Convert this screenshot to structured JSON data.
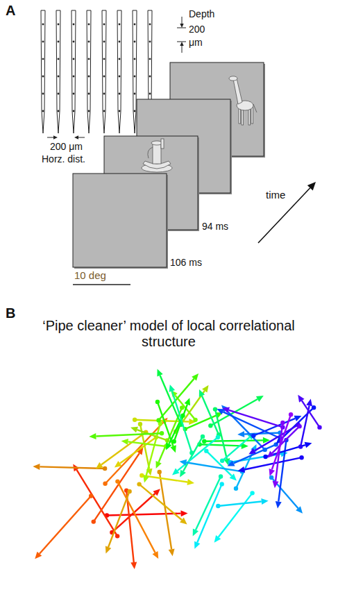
{
  "diagram": {
    "labels": [
      "A",
      "Depth",
      "200",
      "μm",
      "200 μm",
      "Horz. dist.",
      "106 ms",
      "94 ms",
      "time",
      "10 deg",
      "B",
      "‘Pipe cleaner’ model of local correlational structure"
    ]
  }
}
